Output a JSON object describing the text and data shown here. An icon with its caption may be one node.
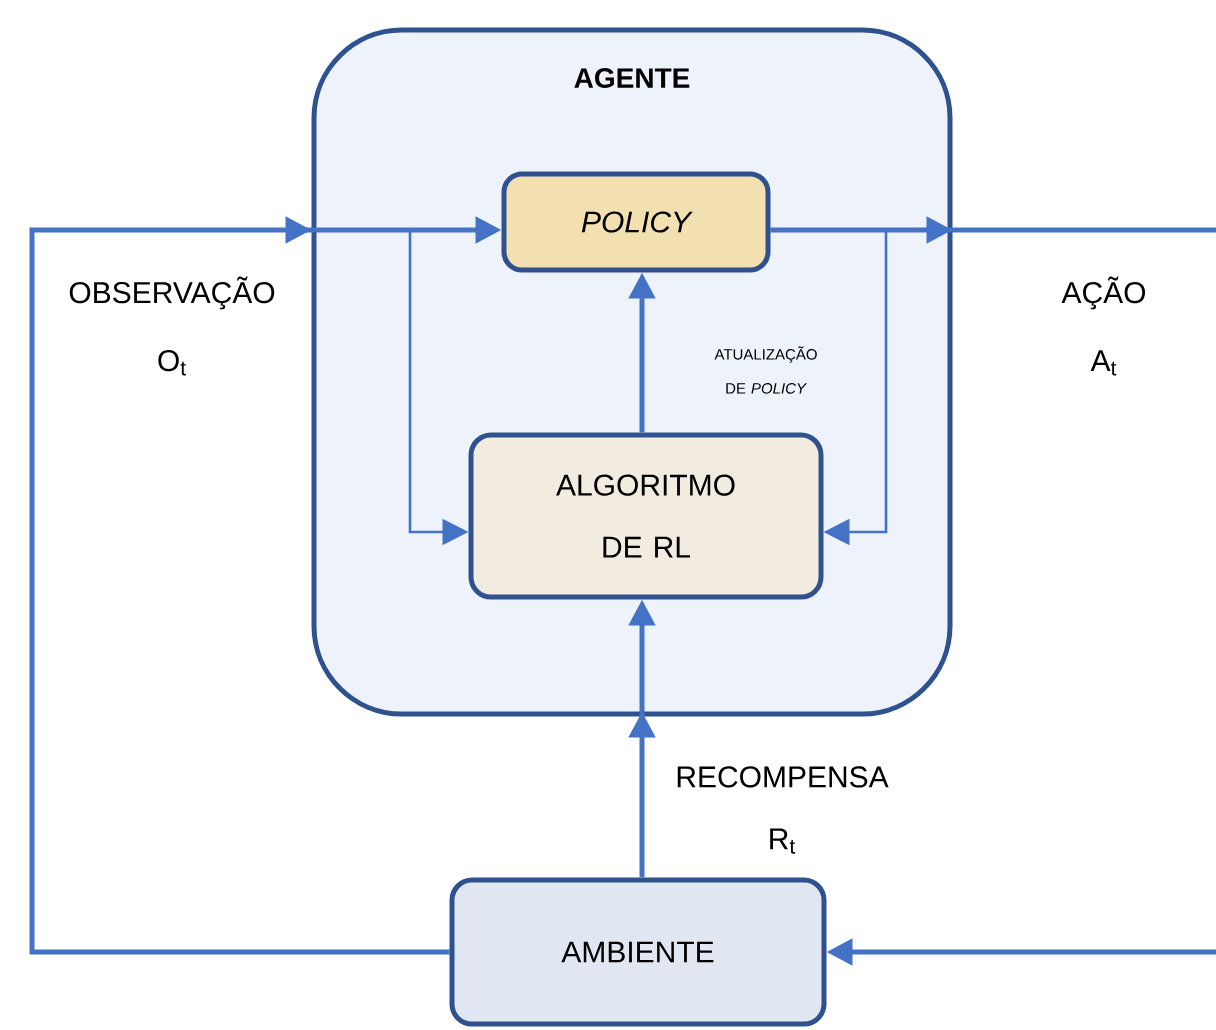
{
  "diagram": {
    "nodes": [
      {
        "text": [
          "AGENTE"
        ]
      },
      {
        "text": [
          "POLICY"
        ],
        "in": 0
      },
      {
        "text": [
          "ALGORITMO DE RL"
        ],
        "in": 0
      },
      {
        "text": [
          "AMBIENTE"
        ]
      }
    ],
    "edges": [
      {
        "from": 3,
        "to": 1,
        "arrow": "to",
        "label": "OBSERVAÇÃO O$_{t}$"
      },
      {
        "from": 3,
        "to": 2,
        "arrow": "to"
      },
      {
        "from": 1,
        "to": 3,
        "arrow": "to",
        "label": "AÇÃO A$_{t}$"
      },
      {
        "from": 1,
        "to": 2,
        "arrow": "to"
      },
      {
        "from": 2,
        "to": 1,
        "arrow": "to",
        "label": "ATUALIZAÇÃO DE *POLICY*"
      },
      {
        "from": 3,
        "to": 2,
        "arrow": "to",
        "label": "RECOMPENSA R$_{t}$"
      }
    ]
  }
}
